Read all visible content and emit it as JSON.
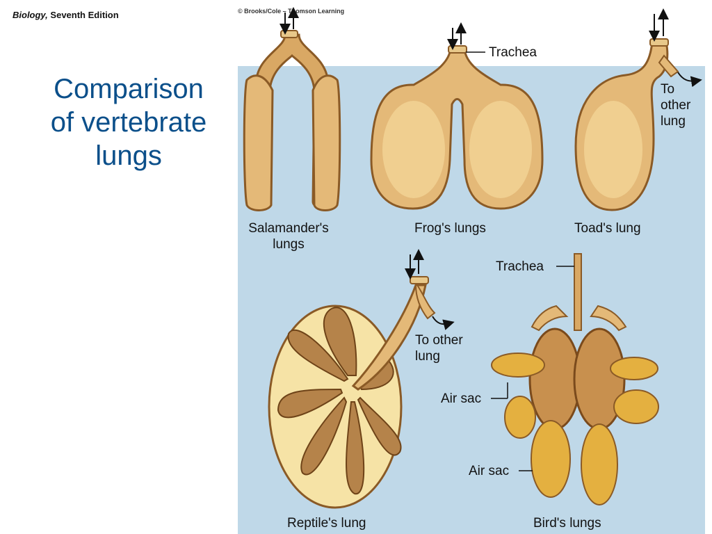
{
  "header": {
    "book_title": "Biology,",
    "edition": "Seventh Edition"
  },
  "title": {
    "line1": "Comparison",
    "line2": "of vertebrate",
    "line3": "lungs"
  },
  "copyright": "© Brooks/Cole – Thomson Learning",
  "labels": {
    "trachea_top": "Trachea",
    "to_other_lung_toad": [
      "To",
      "other",
      "lung"
    ],
    "salamander": [
      "Salamander's",
      "lungs"
    ],
    "frog": "Frog's lungs",
    "toad": "Toad's lung",
    "trachea_bird": "Trachea",
    "to_other_lung_reptile": [
      "To other",
      "lung"
    ],
    "air_sac_1": "Air sac",
    "air_sac_2": "Air sac",
    "reptile": "Reptile's lung",
    "bird": "Bird's lungs"
  },
  "colors": {
    "panel": "#bfd8e8",
    "title": "#0b4f8a",
    "lung_fill": "#e4b978",
    "lung_dark": "#a06a30",
    "lung_light": "#f5dca6",
    "reptile_bg": "#f6e3a6"
  }
}
